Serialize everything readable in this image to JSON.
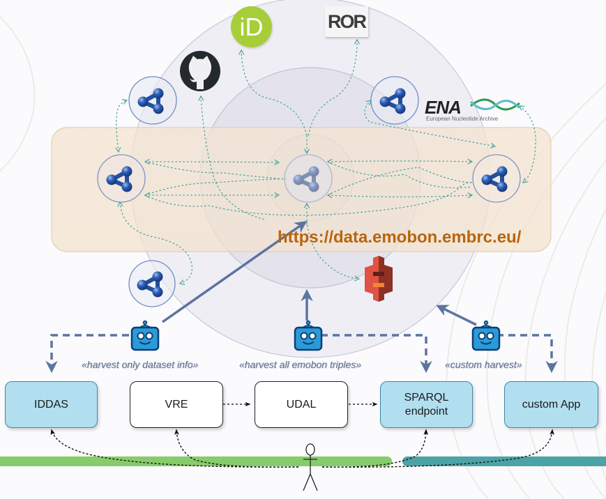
{
  "diagram": {
    "url_label": "https://data.emobon.embrc.eu/",
    "logos": {
      "orcid": "iD",
      "ror": "ROR",
      "ena_title": "ENA",
      "ena_subtitle": "European Nucleotide Archive",
      "github": "github-icon",
      "s3": "amazon-s3-bucket-icon"
    },
    "harvesters": [
      {
        "label": "«harvest only dataset info»",
        "icon": "robot-icon"
      },
      {
        "label": "«harvest all emobon triples»",
        "icon": "robot-icon"
      },
      {
        "label": "«custom harvest»",
        "icon": "robot-icon"
      }
    ],
    "boxes": [
      {
        "id": "iddas",
        "label": "IDDAS",
        "style": "blue"
      },
      {
        "id": "vre",
        "label": "VRE",
        "style": "white"
      },
      {
        "id": "udal",
        "label": "UDAL",
        "style": "white"
      },
      {
        "id": "sparql",
        "label": "SPARQL\nendpoint",
        "style": "blue"
      },
      {
        "id": "custom-app",
        "label": "custom App",
        "style": "blue"
      }
    ],
    "rdf_nodes_icon": "rdf-graph-icon",
    "actor_icon": "user-stick-figure-icon",
    "colors": {
      "band": "#f5e6d3",
      "url": "#b8650e",
      "arrow": "#5b74a0",
      "dotted_link": "#4aa5a0",
      "green_bar": "#86cc6a",
      "teal_bar": "#4ba3a6",
      "box_blue": "#b1dff0",
      "robot": "#2b9ad8"
    }
  }
}
